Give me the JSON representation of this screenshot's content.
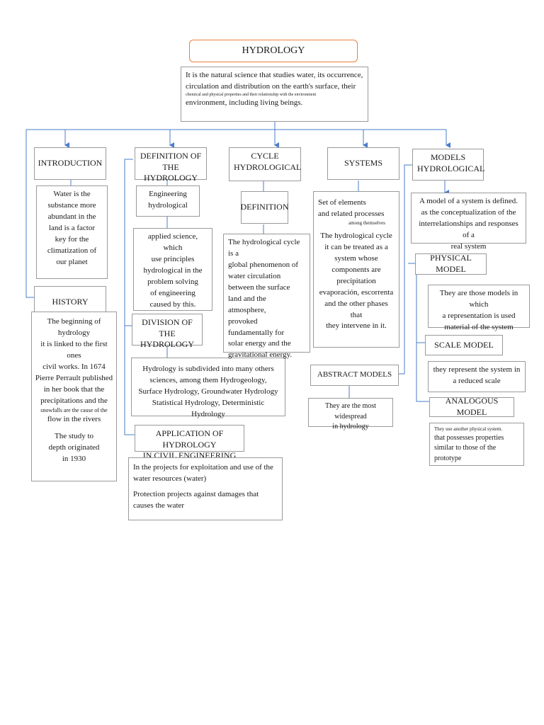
{
  "title": "HYDROLOGY",
  "definition_main": "It is the natural science that studies water, its occurrence,\ncirculation and distribution on the earth's surface, their",
  "definition_small": "chemical and physical properties and their relationship with the environment",
  "definition_end": "environment, including living beings.",
  "introduction": {
    "title": "INTRODUCTION",
    "text": "Water is the\n substance more\nabundant in the\nland is a factor\n key for the\nclimatization of\nour planet"
  },
  "history": {
    "title": "HISTORY",
    "text_1": "The beginning of hydrology\nit is linked to the first ones\ncivil works. In 1674\nPierre Perrault published\nin her book that the\nprecipitations and the",
    "text_small": "snowfalls are the cause of the",
    "text_2": "flow in the rivers",
    "text_3": "The study to\ndepth originated\nin 1930"
  },
  "definition_of_hydrology": {
    "title": "DEFINITION OF THE\nHYDROLOGY",
    "sub_title": "Engineering\nhydrological",
    "text": "applied science, which\nuse principles\nhydrological in the\nproblem solving\nof engineering\ncaused by this."
  },
  "division": {
    "title": "DIVISION OF THE\nHYDROLOGY",
    "text": "Hydrology is subdivided into many others\nsciences, among them Hydrogeology,\nSurface Hydrology, Groundwater Hydrology\nStatistical Hydrology, Deterministic Hydrology"
  },
  "application": {
    "title": "APPLICATION OF HYDROLOGY\nIN CIVIL ENGINEERING",
    "text_1": "In the projects for exploitation and use of the\nwater resources (water)",
    "text_2": "Protection projects against damages that\ncauses the water"
  },
  "cycle": {
    "title": "CYCLE\nHYDROLOGICAL",
    "sub_title": "DEFINITION",
    "text": "The hydrological cycle is a\nglobal phenomenon of\nwater circulation\nbetween the surface\nland and the atmosphere,\nprovoked\nfundamentally for\nsolar energy and the\ngravitational energy."
  },
  "systems": {
    "title": "SYSTEMS",
    "text_1": "Set of elements\nand related processes",
    "text_small": "among themselves",
    "text_2": "The hydrological cycle\nit can be treated as a\nsystem whose\ncomponents are\nprecipitation\nevaporación, escorrenta\nand the other phases that\nthey intervene in it."
  },
  "models": {
    "title": "MODELS\nHYDROLOGICAL",
    "text": "A model of a system is defined.\nas the conceptualization of the\ninterrelationships and responses of a\nreal system"
  },
  "physical_model": {
    "title": "PHYSICAL MODEL",
    "text": "They are those models in which\na representation is used\nmaterial of the system"
  },
  "scale_model": {
    "title": "SCALE MODEL",
    "text": "they represent the system in\na reduced scale"
  },
  "analogous_model": {
    "title": "ANALOGOUS MODEL",
    "text_small": "They use another physical system.",
    "text": "that possesses properties\nsimilar to those of the prototype"
  },
  "abstract_models": {
    "title": "ABSTRACT MODELS",
    "text": "They are the most widespread\nin hydrology"
  },
  "colors": {
    "connector": "#4a7cc9",
    "title_border": "#e8823a",
    "box_border": "#9a9a9a"
  }
}
